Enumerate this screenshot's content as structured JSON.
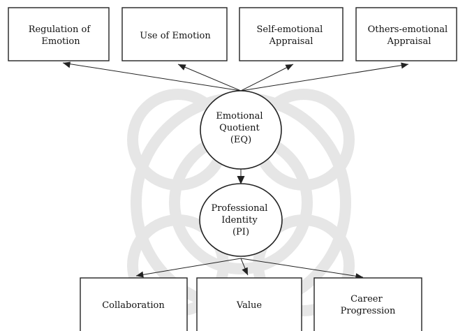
{
  "diagram": {
    "top_boxes": [
      [
        "Regulation of",
        "Emotion"
      ],
      [
        "Use of Emotion"
      ],
      [
        "Self-emotional",
        "Appraisal"
      ],
      [
        "Others-emotional",
        "Appraisal"
      ]
    ],
    "eq_node": [
      "Emotional",
      "Quotient",
      "(EQ)"
    ],
    "pi_node": [
      "Professional",
      "Identity",
      "(PI)"
    ],
    "bottom_boxes": [
      [
        "Collaboration"
      ],
      [
        "Value"
      ],
      [
        "Career",
        "Progression"
      ]
    ]
  }
}
